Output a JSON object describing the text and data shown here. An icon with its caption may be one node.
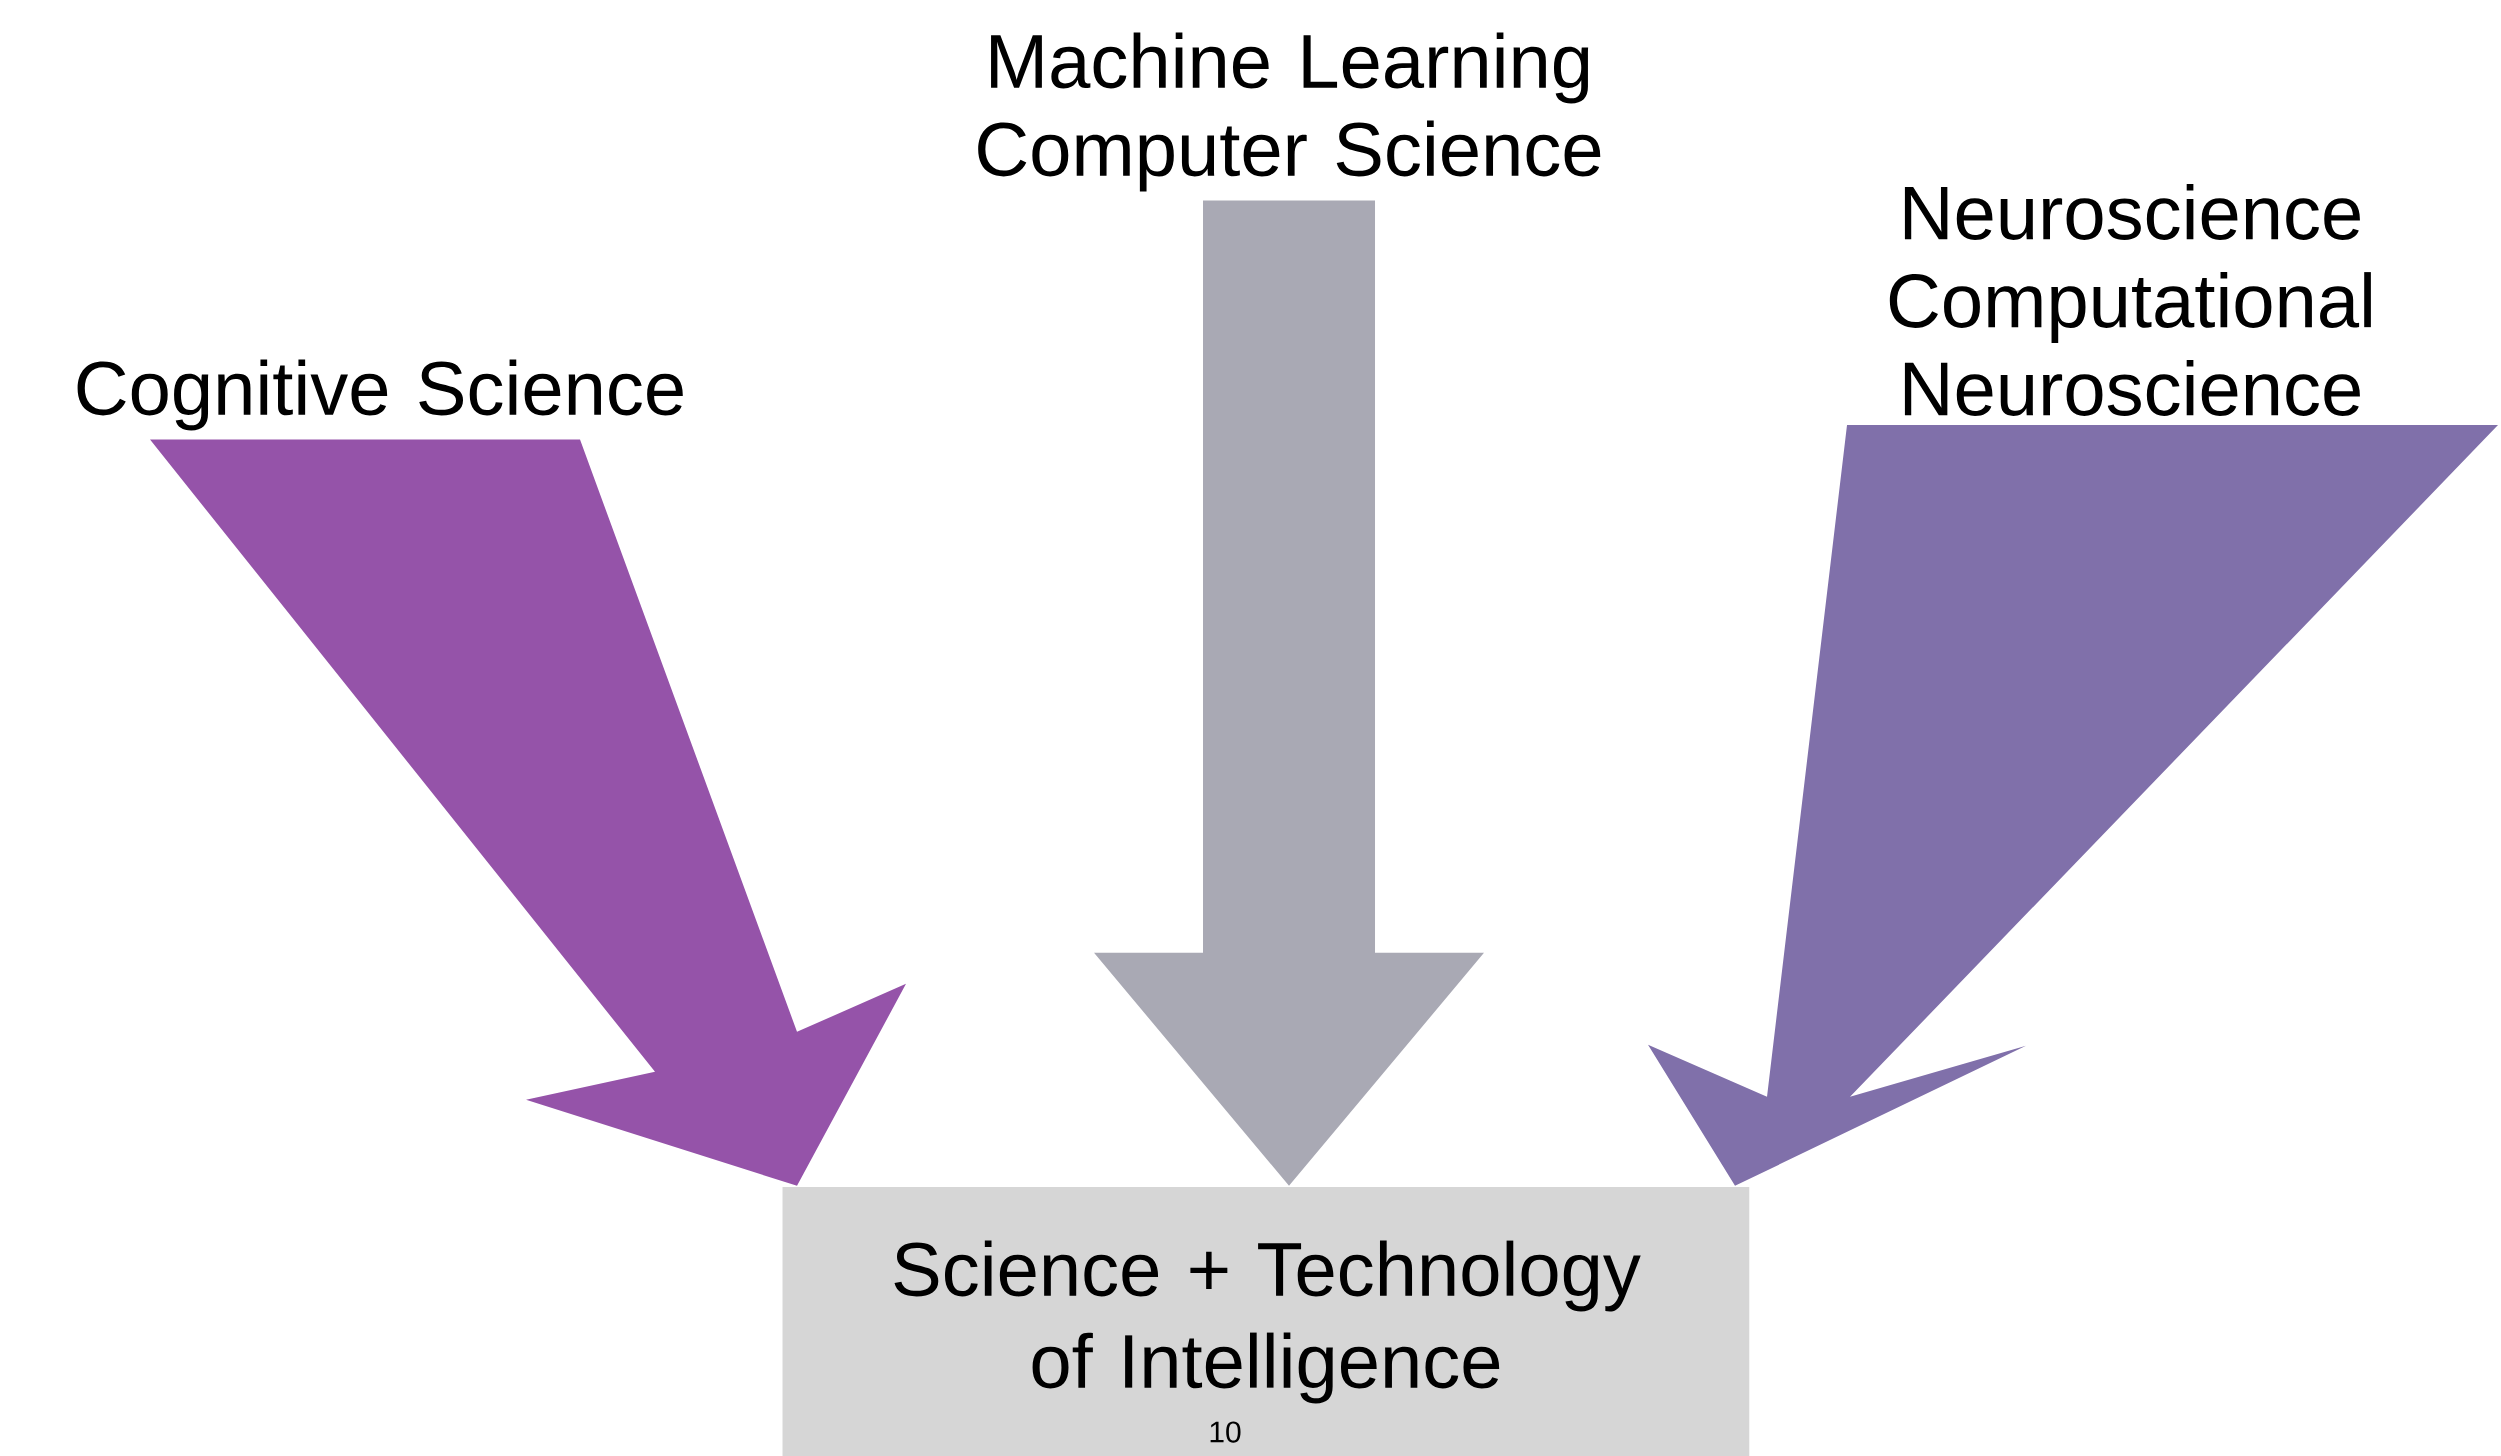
{
  "diagram": {
    "nodes": [
      {
        "text": [
          "Cognitive Science"
        ]
      },
      {
        "text": [
          "Machine Learning",
          "Computer Science"
        ]
      },
      {
        "text": [
          "Neuroscience",
          "Computational Neuroscience"
        ]
      },
      {
        "text": [
          "Science + Technology of Intelligence"
        ]
      }
    ],
    "edges": [
      {
        "from": 0,
        "to": 3,
        "arrow": "to",
        "color": "#9553a9"
      },
      {
        "from": 1,
        "to": 3,
        "arrow": "to",
        "color": "#a9a9b4"
      },
      {
        "from": 2,
        "to": 3,
        "arrow": "to",
        "color": "#8070aa"
      }
    ],
    "labels": [
      "10"
    ]
  }
}
